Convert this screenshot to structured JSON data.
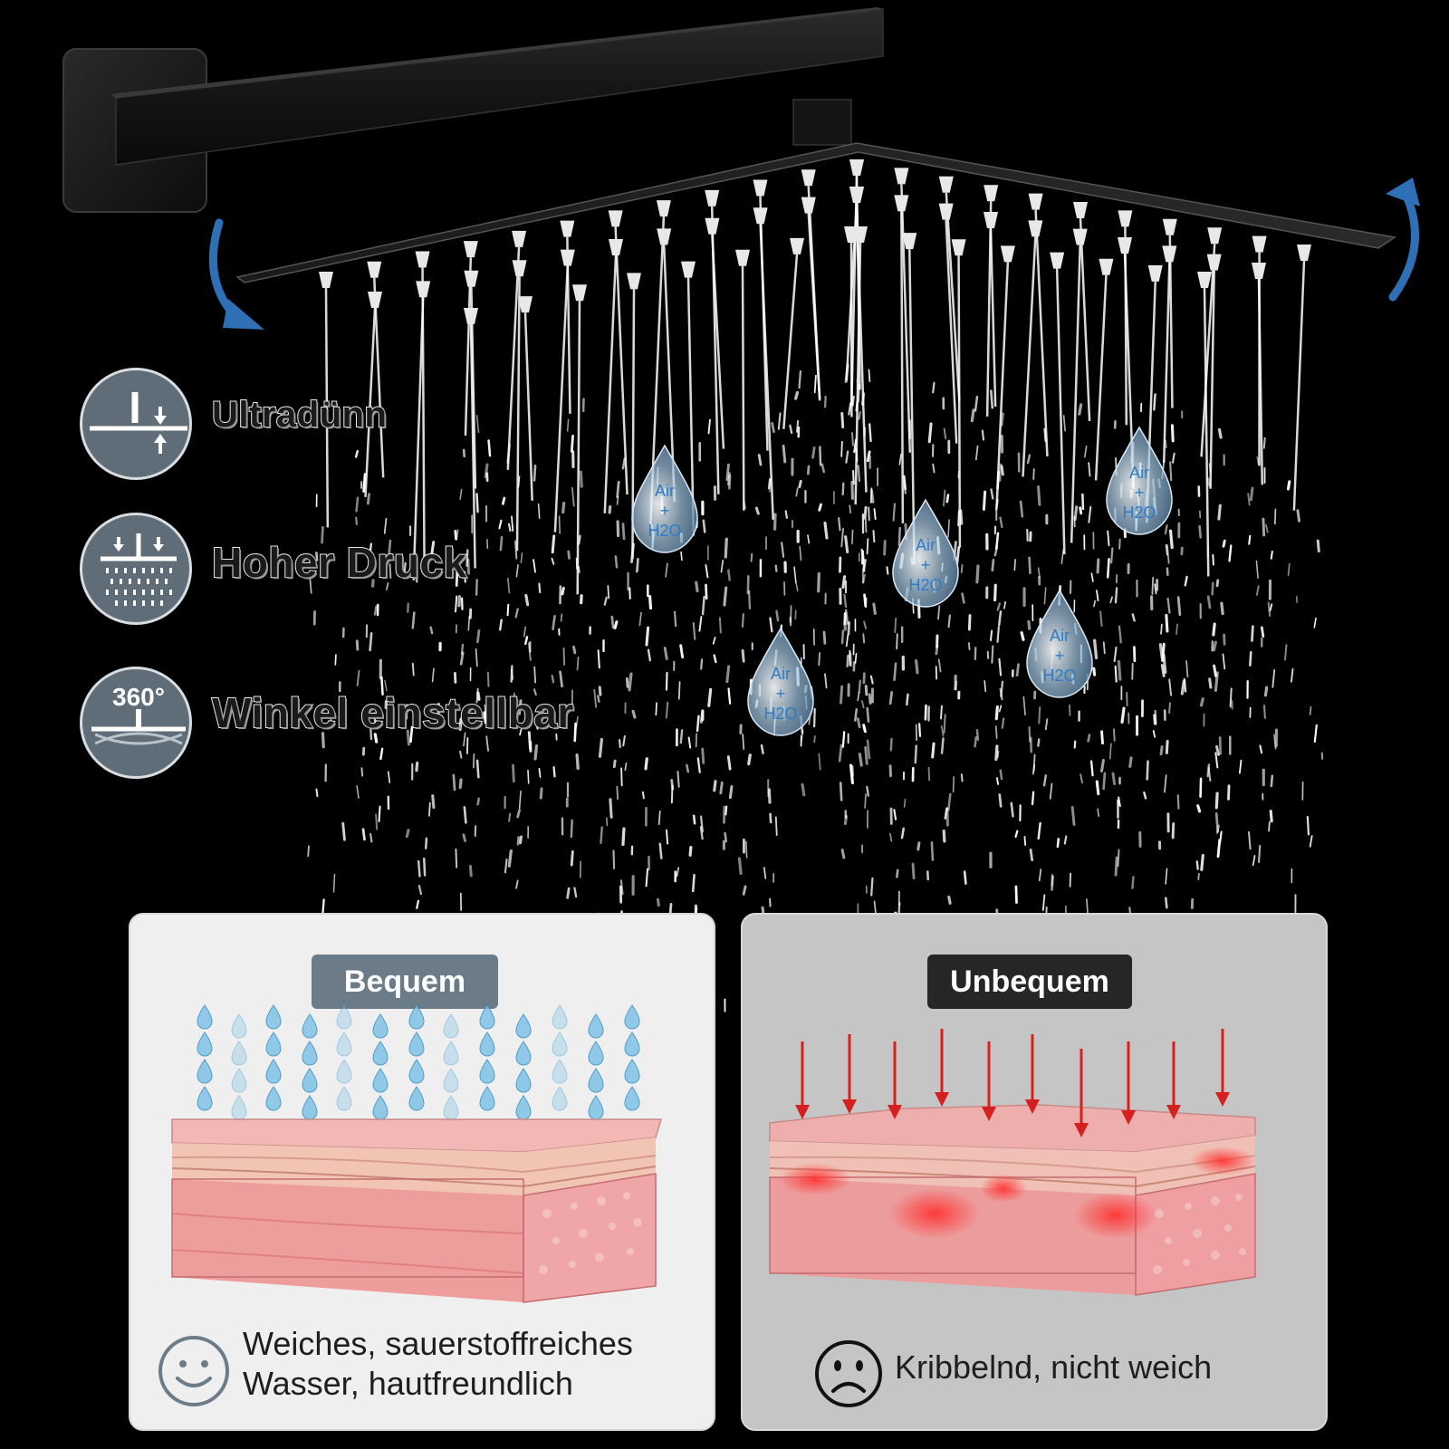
{
  "features": [
    {
      "label": "Ultradünn",
      "icon": "ultra-thin-icon"
    },
    {
      "label": "Hoher Druck",
      "icon": "high-pressure-icon"
    },
    {
      "label": "Winkel einstellbar",
      "icon": "angle-360-icon",
      "icon_text": "360°"
    }
  ],
  "drops": [
    {
      "top": "Air",
      "mid": "+",
      "bottom": "H2O"
    },
    {
      "top": "Air",
      "mid": "+",
      "bottom": "H2O"
    },
    {
      "top": "Air",
      "mid": "+",
      "bottom": "H2O"
    },
    {
      "top": "Air",
      "mid": "+",
      "bottom": "H2O"
    },
    {
      "top": "Air",
      "mid": "+",
      "bottom": "H2O"
    }
  ],
  "comparison": {
    "comfortable": {
      "badge": "Bequem",
      "caption_line1": "Weiches, sauerstoffreiches",
      "caption_line2": "Wasser, hautfreundlich",
      "face_icon": "smiley-face-icon"
    },
    "uncomfortable": {
      "badge": "Unbequem",
      "caption": "Kribbelnd, nicht weich",
      "face_icon": "sad-face-icon"
    }
  },
  "colors": {
    "background": "#000000",
    "icon_circle": "#5f6d78",
    "badge_comfort": "#6b7c88",
    "badge_uncomfort": "#262626",
    "rotation_arrow": "#2f6fb5",
    "pressure_arrow": "#d62020",
    "skin": "#e8a0a0"
  }
}
